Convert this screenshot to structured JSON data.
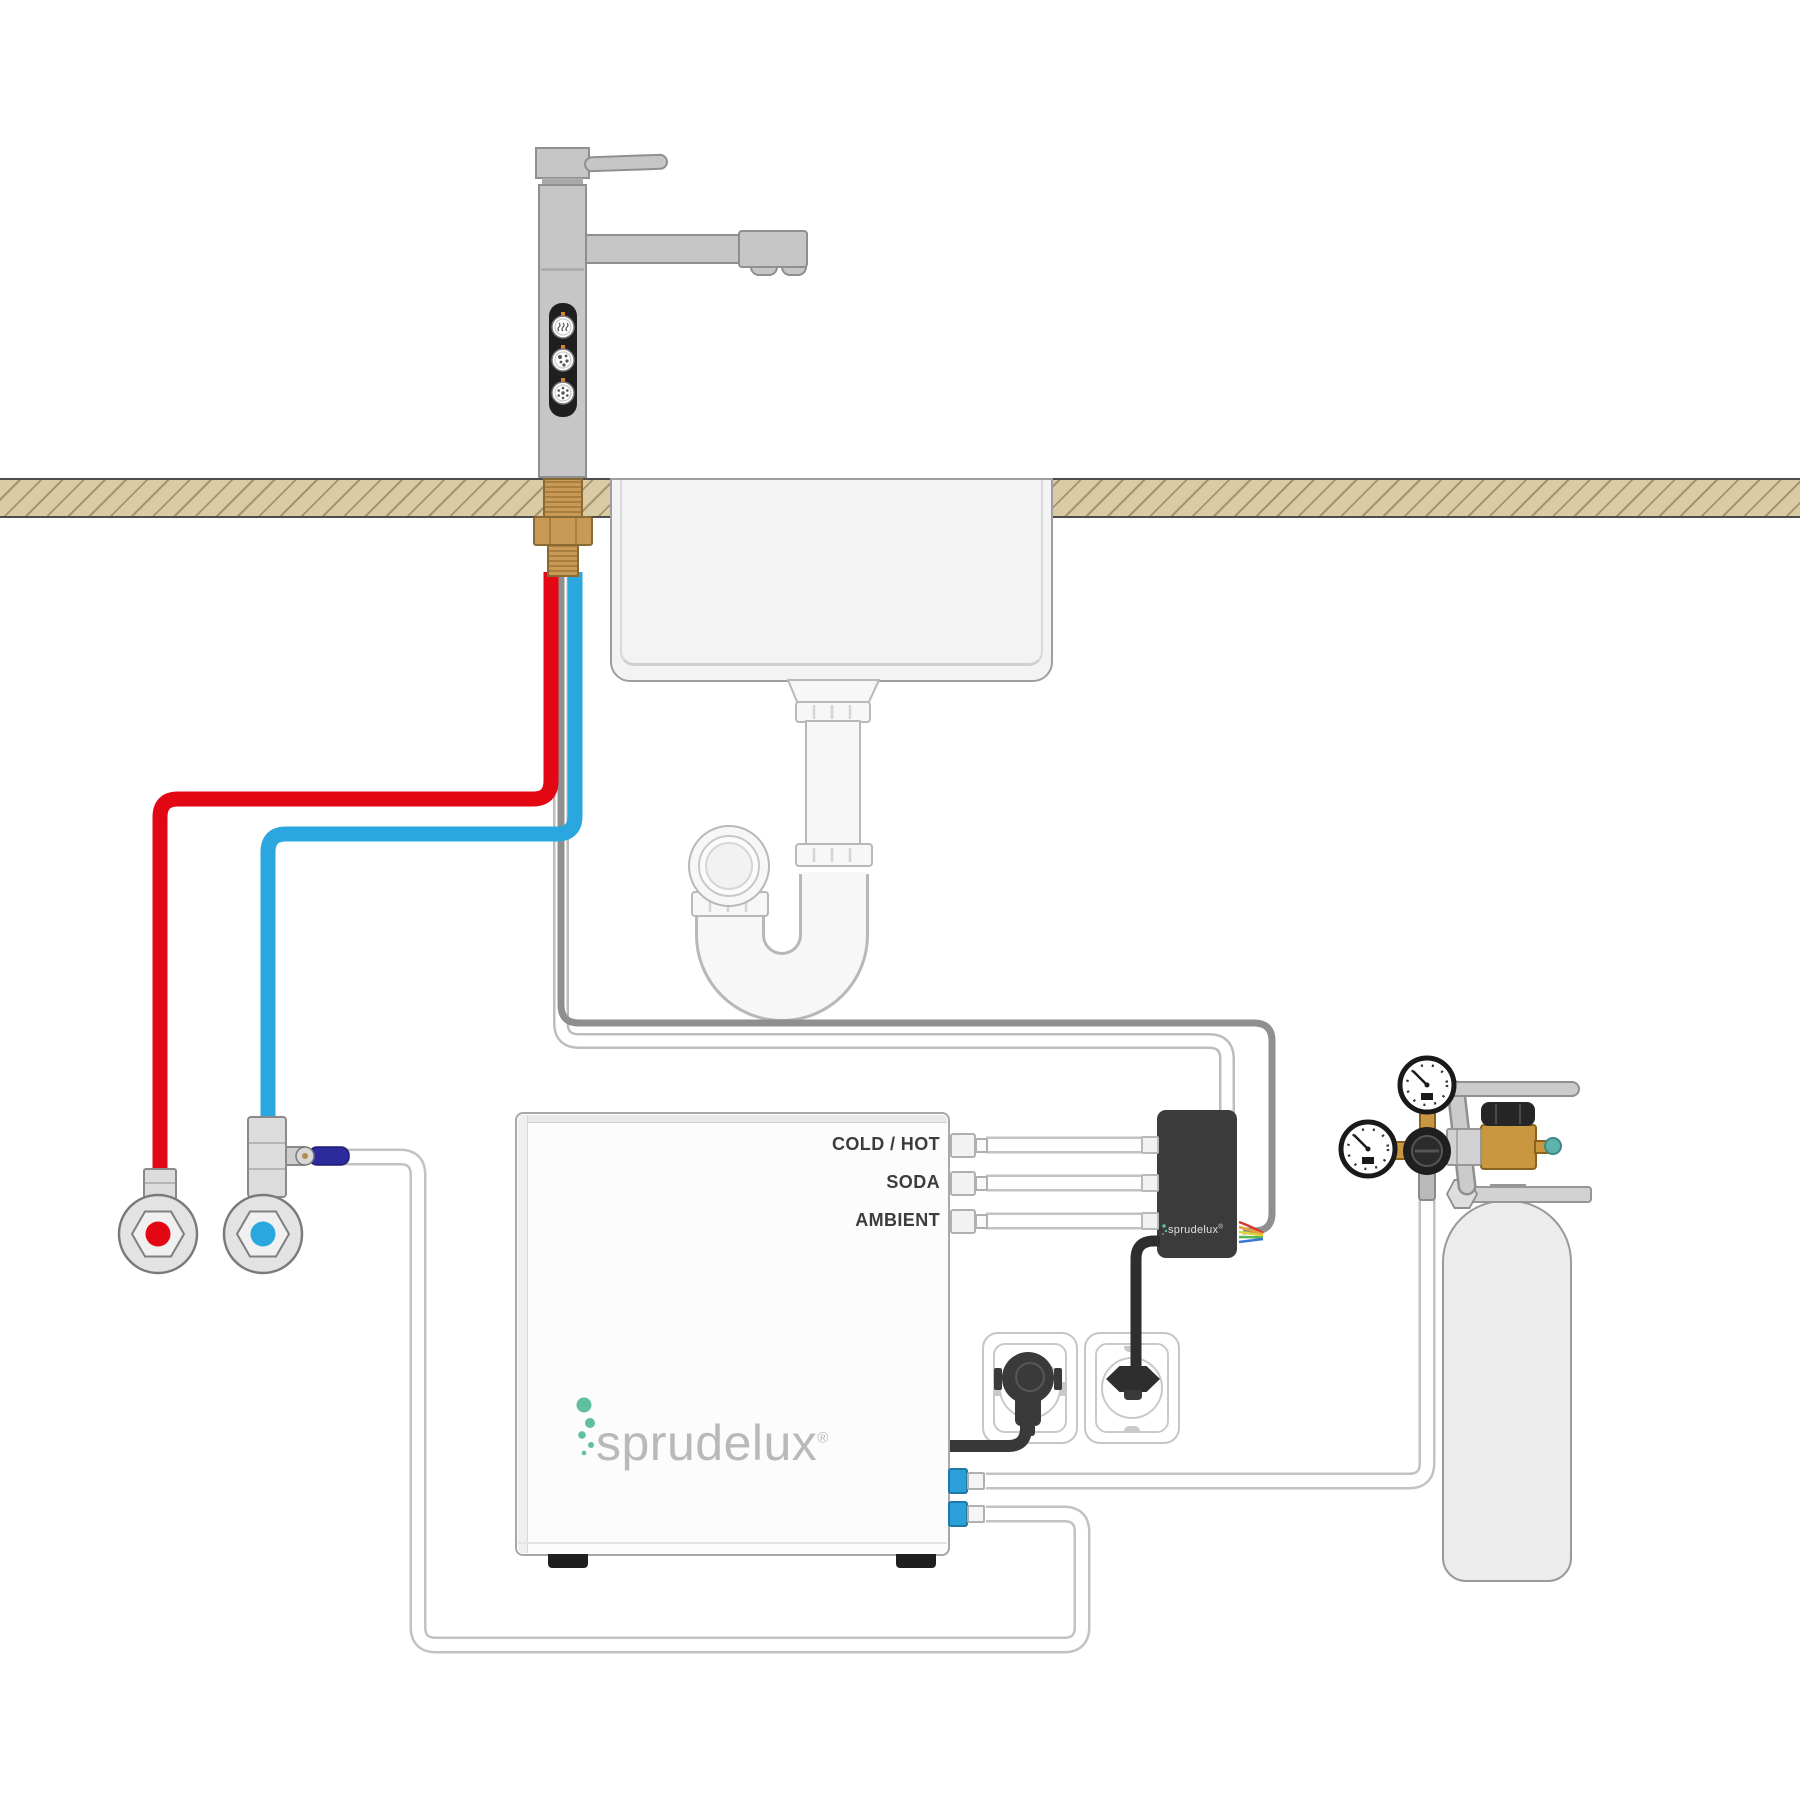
{
  "brand": {
    "wordmark": "sprudelux",
    "registered_mark": "®",
    "bubble_color": "#5fbf9f",
    "text_color": "#b9b9b9"
  },
  "unit": {
    "ports": [
      {
        "label": "COLD / HOT"
      },
      {
        "label": "SODA"
      },
      {
        "label": "AMBIENT"
      }
    ]
  },
  "control_box": {
    "wordmark": "sprudelux"
  },
  "colors": {
    "hot_line": "#e30613",
    "cold_line": "#2ba7e0",
    "tube_outline": "#c2c2c2",
    "signal_cable": "#8f8f8f",
    "power_cable": "#333333",
    "countertop_fill": "#dbcba5",
    "countertop_hatch": "#a5946b",
    "brass": "#c9973f",
    "black_box": "#3b3b3b",
    "valve_lever": "#2b2b9e"
  }
}
